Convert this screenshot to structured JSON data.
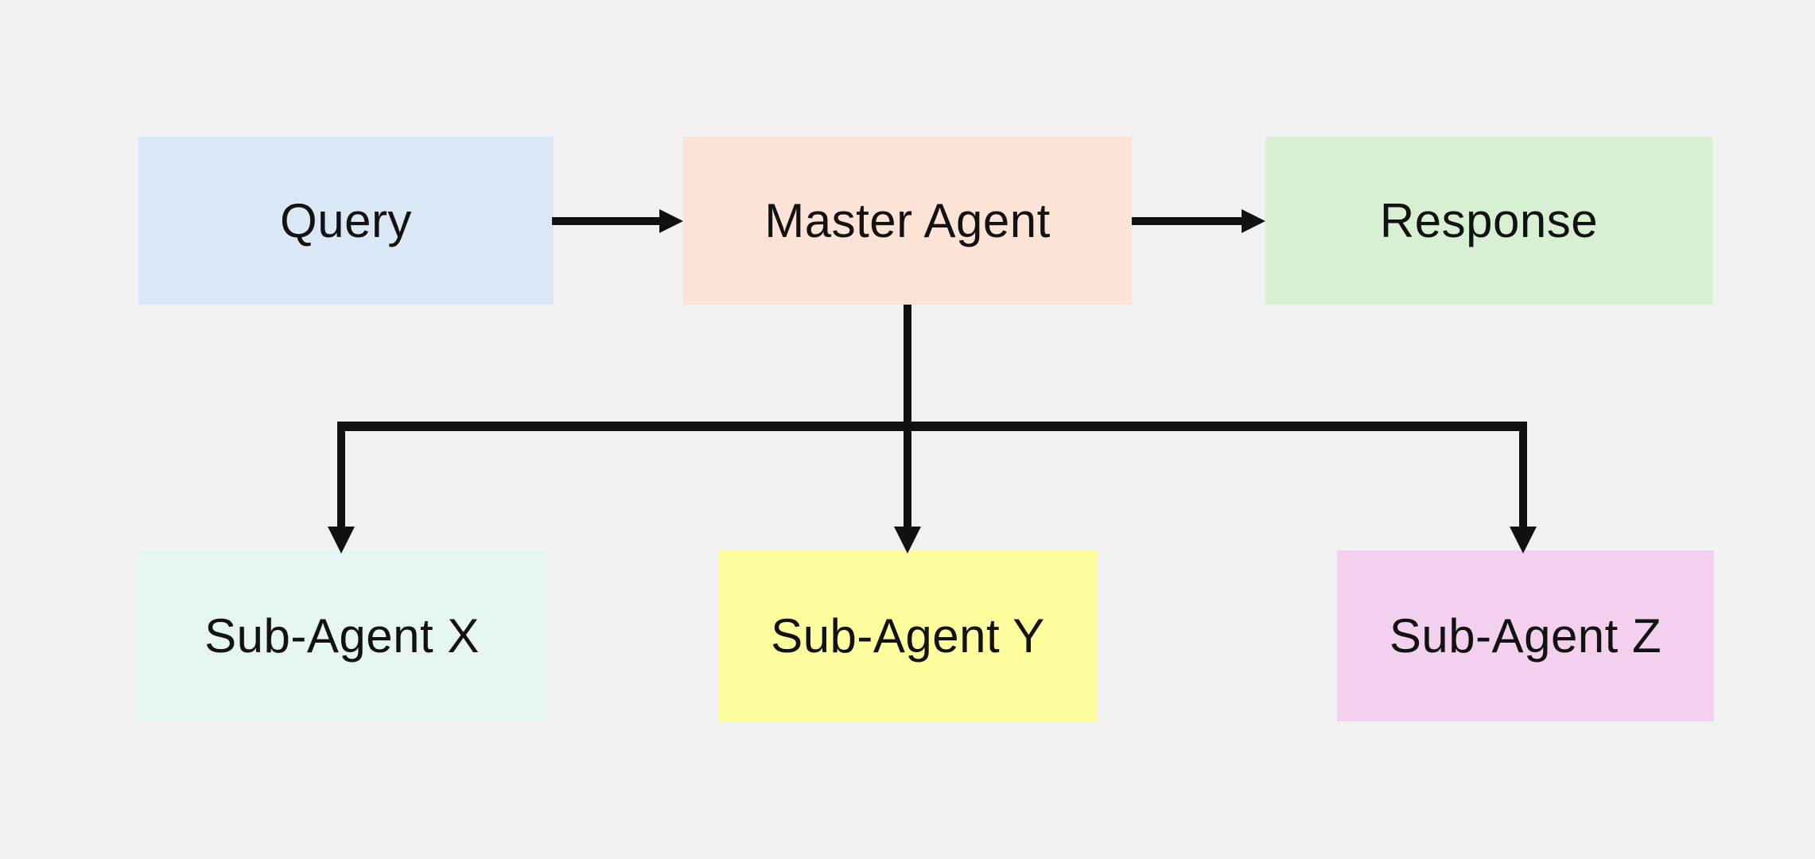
{
  "canvas": {
    "background": "#f1f1f1",
    "arrow_color": "#111111",
    "text_color": "#121212"
  },
  "nodes": [
    {
      "id": "query",
      "label": "Query",
      "fill": "#dae8f5"
    },
    {
      "id": "master-agent",
      "label": "Master Agent",
      "fill": "#fce3d6"
    },
    {
      "id": "response",
      "label": "Response",
      "fill": "#d8f0d2"
    },
    {
      "id": "sub-agent-x",
      "label": "Sub-Agent X",
      "fill": "#e4f5f4"
    },
    {
      "id": "sub-agent-y",
      "label": "Sub-Agent Y",
      "fill": "#fdfd9d"
    },
    {
      "id": "sub-agent-z",
      "label": "Sub-Agent Z",
      "fill": "#f2d0ee"
    }
  ],
  "edges": [
    {
      "from": "query",
      "to": "master-agent"
    },
    {
      "from": "master-agent",
      "to": "response"
    },
    {
      "from": "master-agent",
      "to": "sub-agent-x"
    },
    {
      "from": "master-agent",
      "to": "sub-agent-y"
    },
    {
      "from": "master-agent",
      "to": "sub-agent-z"
    }
  ]
}
